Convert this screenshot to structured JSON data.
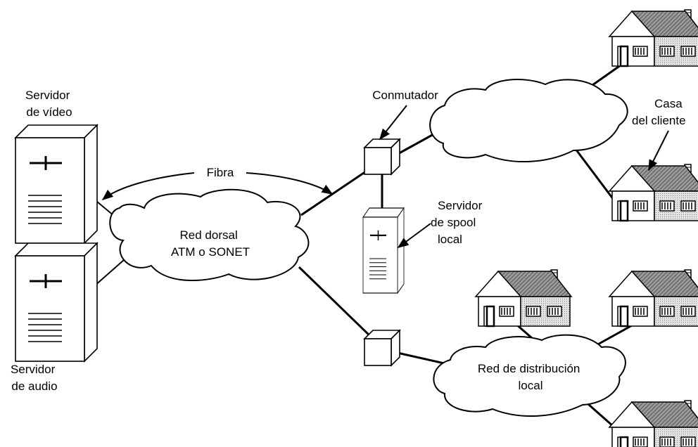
{
  "labels": {
    "video_server": [
      "Servidor",
      "de vídeo"
    ],
    "audio_server": [
      "Servidor",
      "de audio"
    ],
    "fiber": "Fibra",
    "backbone": [
      "Red dorsal",
      "ATM o SONET"
    ],
    "switch": "Conmutador",
    "spool_server": [
      "Servidor",
      "de spool",
      "local"
    ],
    "customer_house": [
      "Casa",
      "del cliente"
    ],
    "distribution_network": [
      "Red de distribución",
      "local"
    ]
  },
  "colors": {
    "ink": "#000000",
    "roof_hatch": "#777777",
    "house_right_wall": "#cfcfcf"
  }
}
